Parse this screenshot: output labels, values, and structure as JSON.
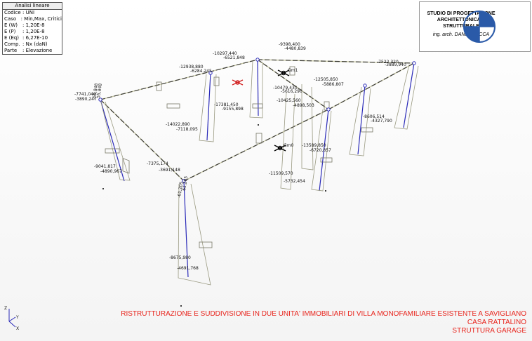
{
  "info_panel": {
    "title": "Analisi lineare",
    "rows": [
      {
        "key": "Codice",
        "value": ": UNI"
      },
      {
        "key": "Caso",
        "value": ": Min,Max, Critici"
      },
      {
        "key": "E (W)",
        "value": ": 1,20E-8"
      },
      {
        "key": "E (P)",
        "value": ": 1,20E-8"
      },
      {
        "key": "E (Eq)",
        "value": ": 6,27E-10"
      },
      {
        "key": "Comp.",
        "value": ": Nx (daN)"
      },
      {
        "key": "Parte",
        "value": ": Elevazione"
      }
    ]
  },
  "logo": {
    "studio_line1": "STUDIO DI PROGETTAZIONE",
    "studio_line2": "ARCHITETTONICA E STRUTTURALE",
    "author": "ing. arch. DANILO PICCA"
  },
  "project": {
    "line1": "RISTRUTTURAZIONE E SUDDIVISIONE IN DUE UNITA' IMMOBILIARI DI VILLA MONOFAMILIARE ESISTENTE A SAVIGLIANO",
    "line2": "CASA RATTALINO",
    "line3": "STRUTTURA GARAGE"
  },
  "axes": {
    "z": "Z",
    "y": "Y",
    "x": "X"
  },
  "colors": {
    "frame": "#c9c9a6",
    "beam_dash": "#3c3c34",
    "column": "#2a2ab8",
    "diagram": "#999980",
    "red_symbol": "#d22020",
    "title_red": "#e8241c"
  },
  "markers": {
    "a": "Gm1",
    "b": "Gm0"
  },
  "labels": [
    "-7741,040",
    "-3890,247",
    "-55,848",
    "55,848",
    "-12938,880",
    "-6284,245",
    "-10297,440",
    "-6521,848",
    "-9398,400",
    "-4480,839",
    "-7522,320",
    "-3889,940",
    "-17381,450",
    "-9155,898",
    "-10479,430",
    "-5616,290",
    "-12505,850",
    "-5886,807",
    "-10425,560",
    "-4898,503",
    "-14022,890",
    "-7118,095",
    "-8606,514",
    "-4327,790",
    "-13589,850",
    "-6720,857",
    "-7375,174",
    "-3691,148",
    "-9041,817",
    "-4890,967",
    "-11509,570",
    "-5732,454",
    "-61,205",
    "61,205",
    "-8675,980",
    "-4691,768"
  ]
}
